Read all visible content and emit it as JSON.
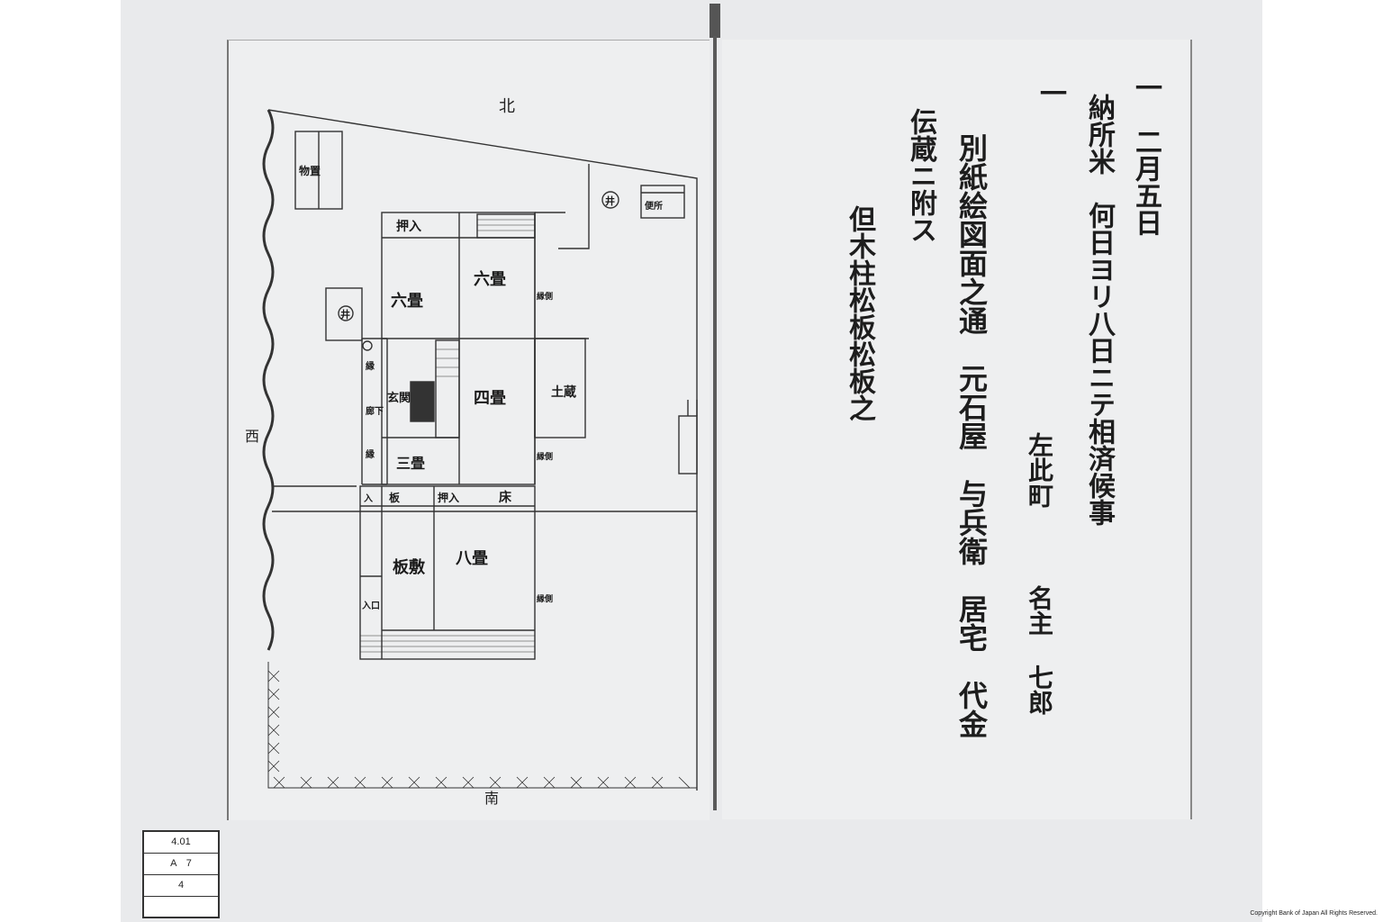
{
  "plan": {
    "directions": {
      "north": "北",
      "south": "南",
      "west": "西"
    },
    "rooms": {
      "six_mat": "六畳",
      "six_mat_side": "六畳",
      "four_mat": "四畳",
      "two_mat": "三畳",
      "eight_mat": "八畳",
      "entrance_room": "玄関",
      "wood_floor": "板敷",
      "storeroom_right": "土蔵",
      "top_oshiire": "押入",
      "mid_oshiire": "押入",
      "alcove": "床",
      "mid_board": "板",
      "entry_left": "入",
      "lower_left_label": "入口",
      "shed_label": "物置",
      "outhouse_label": "便所",
      "well_top": "井",
      "well_left": "井",
      "veranda_upper": "縁側",
      "veranda_mid": "縁側",
      "veranda_low": "縁側",
      "left_col_a": "縁",
      "left_col_b": "廊下",
      "left_col_c": "縁"
    }
  },
  "text": {
    "col1": "一　二月五日",
    "col2": "納所米　何日ヨリ八日ニテ相済候事",
    "col3": "一",
    "col4": "別紙絵図面之通　元石屋　与兵衛　居宅　代金",
    "col5": "伝蔵ニ附ス",
    "col6": "但木柱松板松板之",
    "col7": "左此町",
    "col8": "名主",
    "col9": "七郎"
  },
  "stamp": {
    "line1": "4.01",
    "line2": "A　7",
    "line3": "4"
  },
  "copyright": "Copyright Bank of Japan All Rights Reserved."
}
